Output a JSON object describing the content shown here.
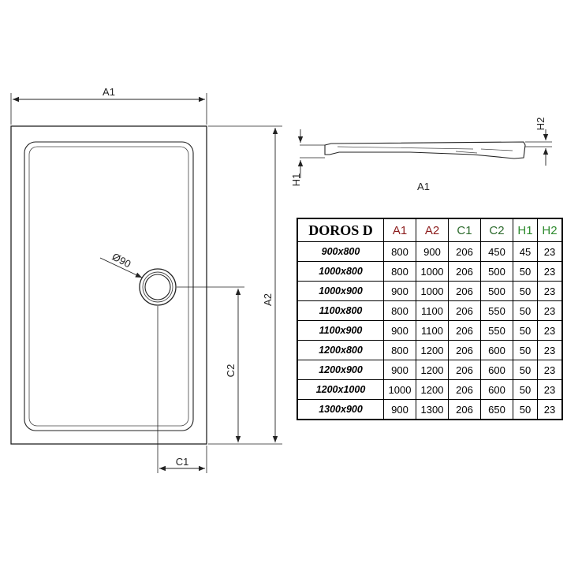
{
  "drawing": {
    "plan_labels": {
      "width": "A1",
      "length": "A2",
      "drain_x": "C1",
      "drain_y": "C2",
      "drain_diameter": "Ø90"
    },
    "profile_labels": {
      "length": "A1",
      "rim_height": "H1",
      "depth": "H2"
    },
    "label_colors": {
      "A": "#8b1a1a",
      "C": "#2d6b2d",
      "H": "#2e8b2e",
      "line": "#222222"
    }
  },
  "table": {
    "title": "DOROS D",
    "columns": [
      "A1",
      "A2",
      "C1",
      "C2",
      "H1",
      "H2"
    ],
    "column_colors": [
      "#8b1a1a",
      "#8b1a1a",
      "#2d6b2d",
      "#2d6b2d",
      "#2e8b2e",
      "#2e8b2e"
    ],
    "rows": [
      {
        "model": "900x800",
        "values": [
          "800",
          "900",
          "206",
          "450",
          "45",
          "23"
        ]
      },
      {
        "model": "1000x800",
        "values": [
          "800",
          "1000",
          "206",
          "500",
          "50",
          "23"
        ]
      },
      {
        "model": "1000x900",
        "values": [
          "900",
          "1000",
          "206",
          "500",
          "50",
          "23"
        ]
      },
      {
        "model": "1100x800",
        "values": [
          "800",
          "1100",
          "206",
          "550",
          "50",
          "23"
        ]
      },
      {
        "model": "1100x900",
        "values": [
          "900",
          "1100",
          "206",
          "550",
          "50",
          "23"
        ]
      },
      {
        "model": "1200x800",
        "values": [
          "800",
          "1200",
          "206",
          "600",
          "50",
          "23"
        ]
      },
      {
        "model": "1200x900",
        "values": [
          "900",
          "1200",
          "206",
          "600",
          "50",
          "23"
        ]
      },
      {
        "model": "1200x1000",
        "values": [
          "1000",
          "1200",
          "206",
          "600",
          "50",
          "23"
        ]
      },
      {
        "model": "1300x900",
        "values": [
          "900",
          "1300",
          "206",
          "650",
          "50",
          "23"
        ]
      }
    ]
  }
}
